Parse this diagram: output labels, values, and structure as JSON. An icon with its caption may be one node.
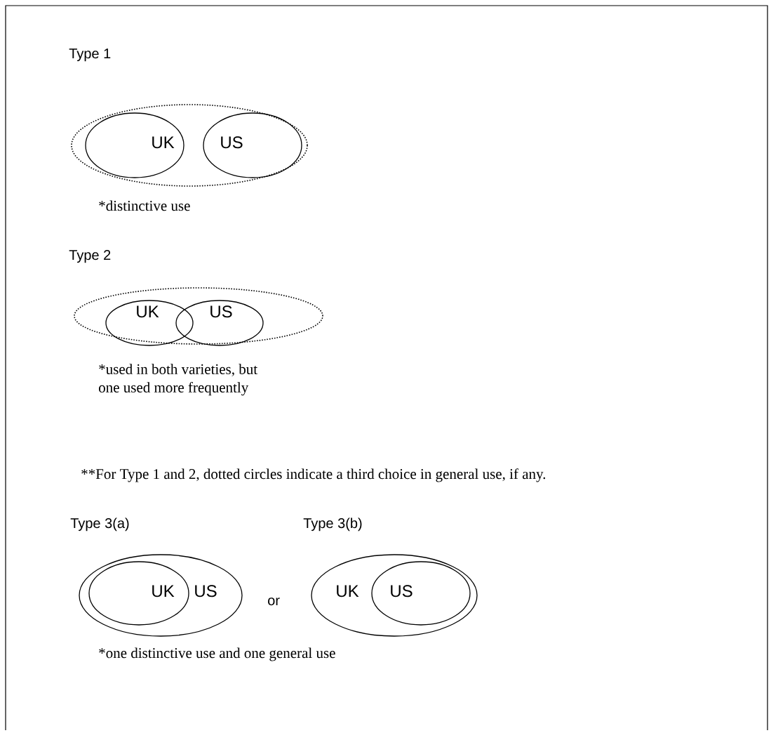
{
  "diagram": {
    "nodes": [
      {
        "text": [],
        "shape": "ellipse"
      },
      {
        "text": [
          "UK"
        ],
        "in": 0
      },
      {
        "text": [
          "US"
        ],
        "in": 0
      },
      {
        "text": [],
        "shape": "ellipse"
      },
      {
        "text": [
          "UK"
        ],
        "in": 3
      },
      {
        "text": [
          "US"
        ],
        "in": 3
      },
      {
        "text": [
          "US"
        ]
      },
      {
        "text": [
          "UK"
        ],
        "in": 6
      },
      {
        "text": [
          "UK"
        ]
      },
      {
        "text": [
          "US"
        ],
        "in": 8
      }
    ],
    "labels": [
      "Type 1",
      "*distinctive use",
      "Type 2",
      "*used in both varieties, but one used more frequently",
      "**For Type 1 and 2, dotted circles indicate a third choice in general use, if any.",
      "Type 3(a)",
      "Type 3(b)",
      "or",
      "*one distinctive use and one general use"
    ]
  }
}
